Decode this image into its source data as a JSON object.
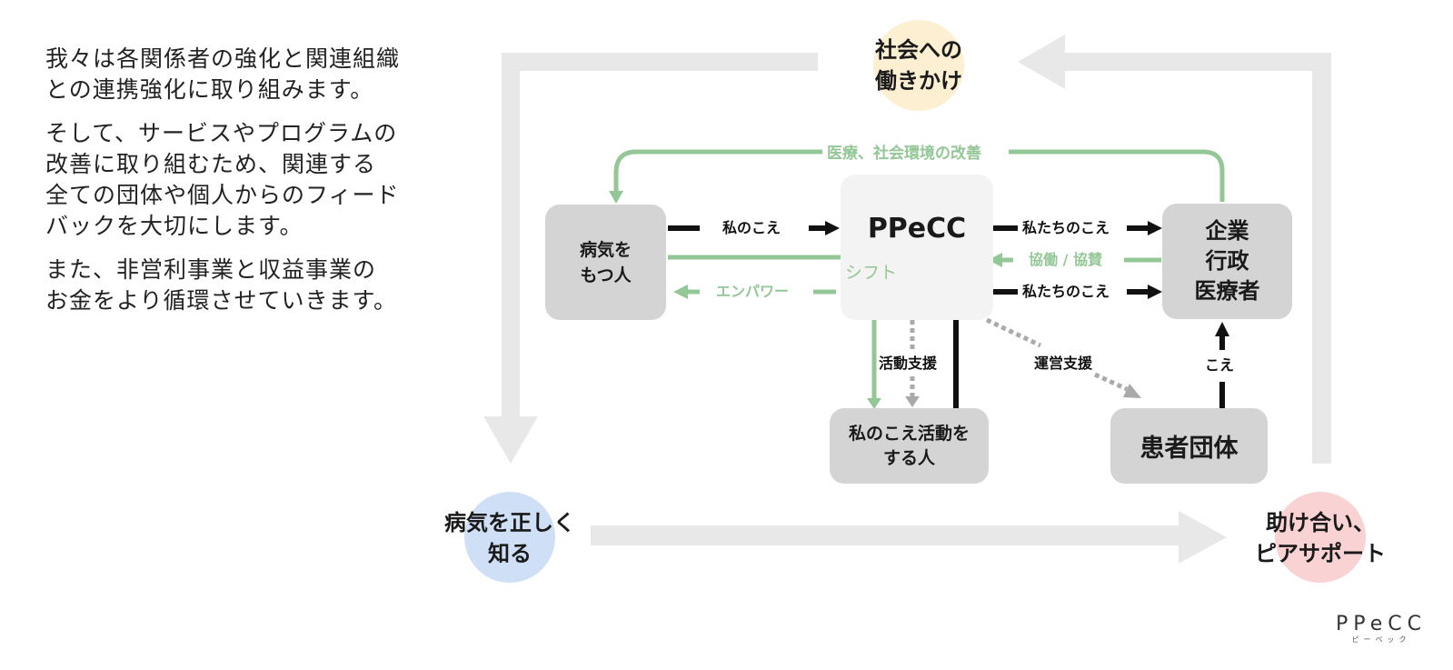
{
  "intro": {
    "paragraphs": [
      "我々は各関係者の強化と関連組織\nとの連携強化に取り組みます。",
      "そして、サービスやプログラムの\n改善に取り組むため、関連する\n全ての団体や個人からのフィード\nバックを大切にします。",
      "また、非営利事業と収益事業の\nお金をより循環させていきます。"
    ]
  },
  "colors": {
    "cycle_arrow": "#e8e8e8",
    "node_gray": "#d4d4d4",
    "node_center": "#f3f3f3",
    "green": "#94c796",
    "black": "#111111",
    "dotted_gray": "#aaaaaa",
    "circle_yellow": "#fcefd2",
    "circle_blue": "#cfe0f6",
    "circle_pink": "#f9d2d4"
  },
  "cycle": {
    "top": "社会への\n働きかけ",
    "bottom_left": "病気を正しく\n知る",
    "bottom_right": "助け合い、\nピアサポート"
  },
  "nodes": {
    "patient": "病気を\nもつ人",
    "center": "PPeCC",
    "stakeholders": "企業\n行政\n医療者",
    "activist": "私のこえ活動を\nする人",
    "patient_group": "患者団体"
  },
  "edges": {
    "improvement": "医療、社会環境の改善",
    "my_voice": "私のこえ",
    "empower": "エンパワー",
    "shift": "シフト",
    "our_voice_1": "私たちのこえ",
    "collaboration": "協働 / 協賛",
    "our_voice_2": "私たちのこえ",
    "activity_support": "活動支援",
    "operation_support": "運営支援",
    "voice": "こえ"
  },
  "logo": {
    "main": "PPeCC",
    "reading": "ピーペック"
  }
}
